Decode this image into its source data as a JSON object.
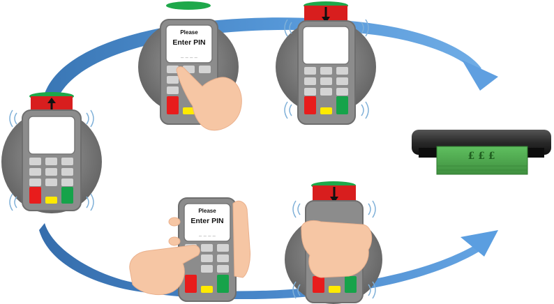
{
  "terminal_a": {
    "screen_line1": "Please",
    "screen_line2": "Enter PIN",
    "pin_placeholder": "_ _ _ _"
  },
  "terminal_b": {
    "screen_line1": "Please",
    "screen_line2": "Enter PIN",
    "pin_placeholder": "_ _ _ _"
  },
  "cash_slot": {
    "banknote_label": "£ £ £"
  },
  "colors": {
    "terminal_body": "#8c8c8c",
    "terminal_shadow": "#6b6b6b",
    "screen": "#ffffff",
    "key_grey": "#d4d4d4",
    "key_red": "#e81c1c",
    "key_yellow": "#ffea00",
    "key_green": "#16a34a",
    "card": "#d61c1c",
    "flow_arrow": "#3f86c7",
    "cash_slot": "#2b2b2b",
    "banknote": "#4aa84a",
    "hand": "#f6c6a4"
  },
  "icons": {
    "card_insert": "arrow-up-icon",
    "card_remove": "arrow-down-icon",
    "contactless": "wave-icon"
  }
}
